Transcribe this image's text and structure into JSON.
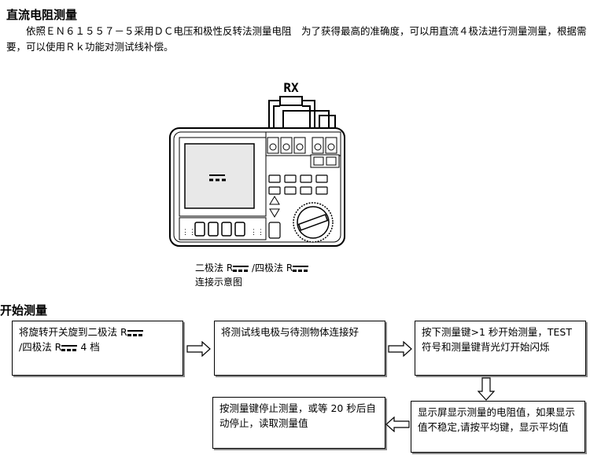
{
  "section1": {
    "title": "直流电阻测量",
    "paragraph": "依照ＥＮ６１５５７－５采用ＤＣ电压和极性反转法测量电阻　为了获得最高的准确度，可以用直流４极法进行测量测量，根据需要，可以使用Ｒｋ功能对测试线补偿。"
  },
  "diagram": {
    "rx_label": "RX",
    "caption_line1": "二极法 R",
    "caption_mid": " /四极法 R",
    "caption_line2": "连接示意图"
  },
  "section2": {
    "title": "开始测量"
  },
  "steps": [
    {
      "line1": "将旋转开关旋到二极法  R",
      "line2a": "/四极法 R",
      "line2b": "  4 档"
    },
    {
      "text": "将测试线电极与待测物体连接好"
    },
    {
      "text": "按下测量键>1 秒开始测量，TEST 符号和测量键背光灯开始闪烁"
    },
    {
      "text": "显示屏显示测量的电阻值，如果显示值不稳定,请按平均键，显示平均值"
    },
    {
      "text": "按测量键停止测量，或等 20 秒后自动停止，读取测量值"
    }
  ]
}
